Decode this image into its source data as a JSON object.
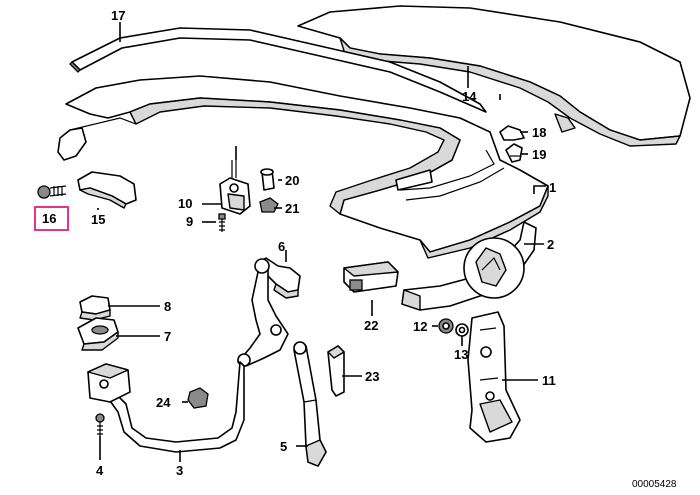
{
  "diagram": {
    "callouts": {
      "p1": "1",
      "p2": "2",
      "p3": "3",
      "p4": "4",
      "p5": "5",
      "p6": "6",
      "p7": "7",
      "p8": "8",
      "p9": "9",
      "p10": "10",
      "p11": "11",
      "p12": "12",
      "p13": "13",
      "p14": "14",
      "p15": "15",
      "p16": "16",
      "p17": "17",
      "p18": "18",
      "p19": "19",
      "p20": "20",
      "p21": "21",
      "p22": "22",
      "p23": "23",
      "p24": "24"
    },
    "highlighted_part": "16",
    "highlight_color": "#e8338a",
    "image_code": "00005428"
  }
}
